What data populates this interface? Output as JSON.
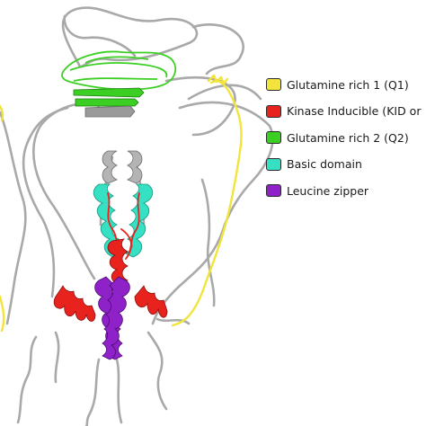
{
  "legend": {
    "items": [
      {
        "label": "Glutamine rich 1 (Q1)",
        "color": "#f2e43a"
      },
      {
        "label": "Kinase Inducible (KID or",
        "color": "#e8231e"
      },
      {
        "label": "Glutamine rich 2 (Q2)",
        "color": "#3ccf23"
      },
      {
        "label": "Basic domain",
        "color": "#35e0c3"
      },
      {
        "label": "Leucine zipper",
        "color": "#8e22c8"
      }
    ]
  },
  "structure": {
    "coil_color": "#a9a9a9",
    "outline_color": "#606060"
  }
}
